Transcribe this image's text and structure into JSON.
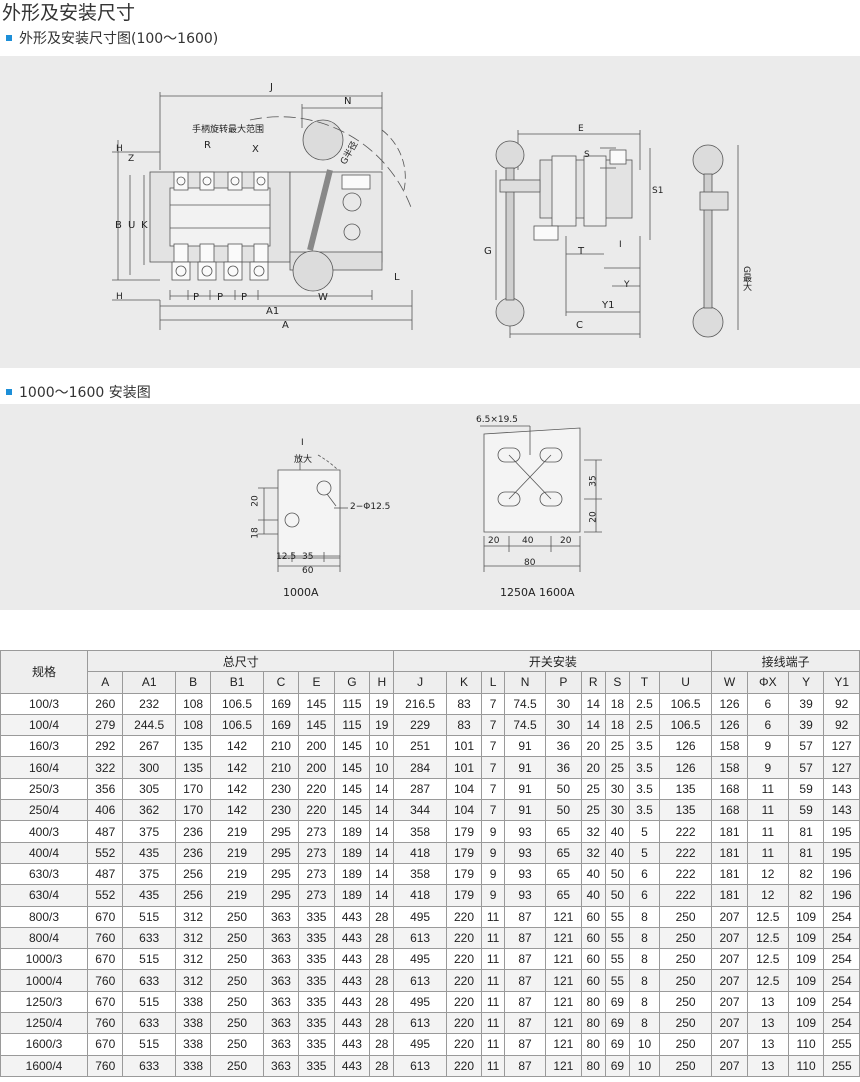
{
  "page": {
    "title": "外形及安装尺寸",
    "section1": "外形及安装尺寸图(100～1600)",
    "section2": "1000～1600 安装图"
  },
  "diagram1": {
    "labels": {
      "J": "J",
      "N": "N",
      "handle_range": "手柄旋转最大范围",
      "R": "R",
      "X": "X",
      "G_radius": "G半径",
      "H": "H",
      "Z": "Z",
      "B": "B",
      "U": "U",
      "K": "K",
      "P": "P",
      "W": "W",
      "A1": "A1",
      "A": "A",
      "L": "L",
      "E": "E",
      "S": "S",
      "S1": "S1",
      "T": "T",
      "Y": "Y",
      "Y1": "Y1",
      "C": "C",
      "I": "I",
      "G": "G",
      "G_max": "G最大"
    }
  },
  "diagram2": {
    "labels": {
      "I": "I",
      "enlarge": "放大",
      "hole": "2−Φ12.5",
      "d20": "20",
      "d18": "18",
      "d12_5": "12.5",
      "d35": "35",
      "d60": "60",
      "cap_1000": "1000A",
      "slot": "6.5×19.5",
      "r35": "35",
      "r20": "20",
      "b20a": "20",
      "b40": "40",
      "b20b": "20",
      "b80": "80",
      "cap_1250": "1250A 1600A"
    }
  },
  "table": {
    "group_headers": {
      "spec": "规格",
      "overall": "总尺寸",
      "mounting": "开关安装",
      "terminal": "接线端子"
    },
    "columns": [
      "A",
      "A1",
      "B",
      "B1",
      "C",
      "E",
      "G",
      "H",
      "J",
      "K",
      "L",
      "N",
      "P",
      "R",
      "S",
      "T",
      "U",
      "W",
      "ΦX",
      "Y",
      "Y1"
    ],
    "rows": [
      [
        "100/3",
        "260",
        "232",
        "108",
        "106.5",
        "169",
        "145",
        "115",
        "19",
        "216.5",
        "83",
        "7",
        "74.5",
        "30",
        "14",
        "18",
        "2.5",
        "106.5",
        "126",
        "6",
        "39",
        "92"
      ],
      [
        "100/4",
        "279",
        "244.5",
        "108",
        "106.5",
        "169",
        "145",
        "115",
        "19",
        "229",
        "83",
        "7",
        "74.5",
        "30",
        "14",
        "18",
        "2.5",
        "106.5",
        "126",
        "6",
        "39",
        "92"
      ],
      [
        "160/3",
        "292",
        "267",
        "135",
        "142",
        "210",
        "200",
        "145",
        "10",
        "251",
        "101",
        "7",
        "91",
        "36",
        "20",
        "25",
        "3.5",
        "126",
        "158",
        "9",
        "57",
        "127"
      ],
      [
        "160/4",
        "322",
        "300",
        "135",
        "142",
        "210",
        "200",
        "145",
        "10",
        "284",
        "101",
        "7",
        "91",
        "36",
        "20",
        "25",
        "3.5",
        "126",
        "158",
        "9",
        "57",
        "127"
      ],
      [
        "250/3",
        "356",
        "305",
        "170",
        "142",
        "230",
        "220",
        "145",
        "14",
        "287",
        "104",
        "7",
        "91",
        "50",
        "25",
        "30",
        "3.5",
        "135",
        "168",
        "11",
        "59",
        "143"
      ],
      [
        "250/4",
        "406",
        "362",
        "170",
        "142",
        "230",
        "220",
        "145",
        "14",
        "344",
        "104",
        "7",
        "91",
        "50",
        "25",
        "30",
        "3.5",
        "135",
        "168",
        "11",
        "59",
        "143"
      ],
      [
        "400/3",
        "487",
        "375",
        "236",
        "219",
        "295",
        "273",
        "189",
        "14",
        "358",
        "179",
        "9",
        "93",
        "65",
        "32",
        "40",
        "5",
        "222",
        "181",
        "11",
        "81",
        "195"
      ],
      [
        "400/4",
        "552",
        "435",
        "236",
        "219",
        "295",
        "273",
        "189",
        "14",
        "418",
        "179",
        "9",
        "93",
        "65",
        "32",
        "40",
        "5",
        "222",
        "181",
        "11",
        "81",
        "195"
      ],
      [
        "630/3",
        "487",
        "375",
        "256",
        "219",
        "295",
        "273",
        "189",
        "14",
        "358",
        "179",
        "9",
        "93",
        "65",
        "40",
        "50",
        "6",
        "222",
        "181",
        "12",
        "82",
        "196"
      ],
      [
        "630/4",
        "552",
        "435",
        "256",
        "219",
        "295",
        "273",
        "189",
        "14",
        "418",
        "179",
        "9",
        "93",
        "65",
        "40",
        "50",
        "6",
        "222",
        "181",
        "12",
        "82",
        "196"
      ],
      [
        "800/3",
        "670",
        "515",
        "312",
        "250",
        "363",
        "335",
        "443",
        "28",
        "495",
        "220",
        "11",
        "87",
        "121",
        "60",
        "55",
        "8",
        "250",
        "207",
        "12.5",
        "109",
        "254"
      ],
      [
        "800/4",
        "760",
        "633",
        "312",
        "250",
        "363",
        "335",
        "443",
        "28",
        "613",
        "220",
        "11",
        "87",
        "121",
        "60",
        "55",
        "8",
        "250",
        "207",
        "12.5",
        "109",
        "254"
      ],
      [
        "1000/3",
        "670",
        "515",
        "312",
        "250",
        "363",
        "335",
        "443",
        "28",
        "495",
        "220",
        "11",
        "87",
        "121",
        "60",
        "55",
        "8",
        "250",
        "207",
        "12.5",
        "109",
        "254"
      ],
      [
        "1000/4",
        "760",
        "633",
        "312",
        "250",
        "363",
        "335",
        "443",
        "28",
        "613",
        "220",
        "11",
        "87",
        "121",
        "60",
        "55",
        "8",
        "250",
        "207",
        "12.5",
        "109",
        "254"
      ],
      [
        "1250/3",
        "670",
        "515",
        "338",
        "250",
        "363",
        "335",
        "443",
        "28",
        "495",
        "220",
        "11",
        "87",
        "121",
        "80",
        "69",
        "8",
        "250",
        "207",
        "13",
        "109",
        "254"
      ],
      [
        "1250/4",
        "760",
        "633",
        "338",
        "250",
        "363",
        "335",
        "443",
        "28",
        "613",
        "220",
        "11",
        "87",
        "121",
        "80",
        "69",
        "8",
        "250",
        "207",
        "13",
        "109",
        "254"
      ],
      [
        "1600/3",
        "670",
        "515",
        "338",
        "250",
        "363",
        "335",
        "443",
        "28",
        "495",
        "220",
        "11",
        "87",
        "121",
        "80",
        "69",
        "10",
        "250",
        "207",
        "13",
        "110",
        "255"
      ],
      [
        "1600/4",
        "760",
        "633",
        "338",
        "250",
        "363",
        "335",
        "443",
        "28",
        "613",
        "220",
        "11",
        "87",
        "121",
        "80",
        "69",
        "10",
        "250",
        "207",
        "13",
        "110",
        "255"
      ]
    ]
  }
}
